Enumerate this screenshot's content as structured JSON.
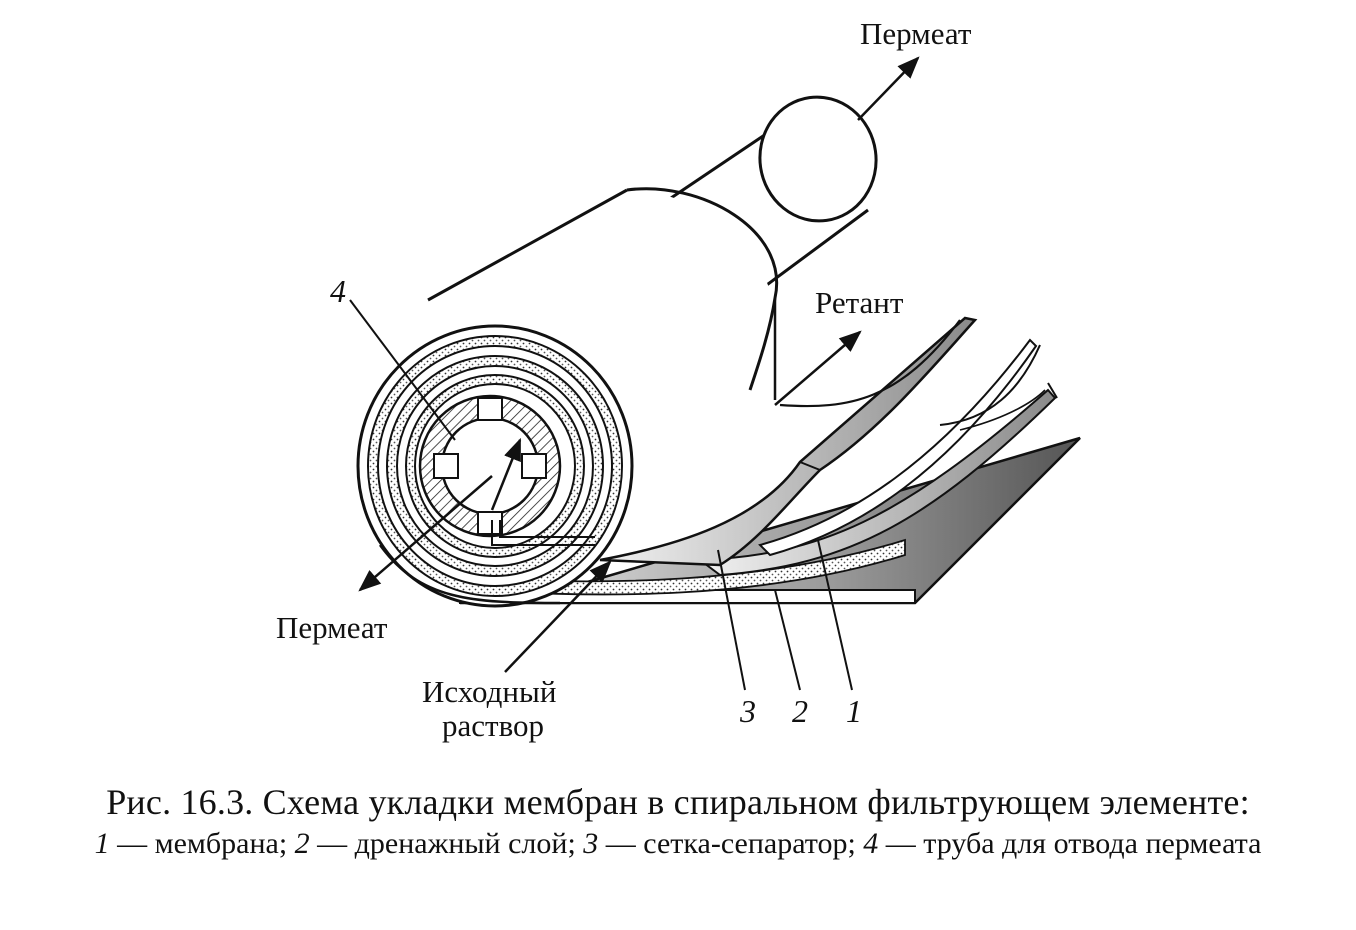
{
  "labels": {
    "permeate_top": "Пермеат",
    "retentate": "Ретант",
    "permeate_bottom": "Пермеат",
    "feed_line1": "Исходный",
    "feed_line2": "раствор",
    "n4": "4",
    "n3": "3",
    "n2": "2",
    "n1": "1"
  },
  "caption": {
    "title": "Рис. 16.3. Схема укладки мембран в спиральном фильтрующем элементе:",
    "items": [
      {
        "num": "1",
        "text": "мембрана"
      },
      {
        "num": "2",
        "text": "дренажный слой"
      },
      {
        "num": "3",
        "text": "сетка-сепаратор"
      },
      {
        "num": "4",
        "text": "труба для отвода пермеата"
      }
    ],
    "dash": " — ",
    "separator": "; "
  }
}
